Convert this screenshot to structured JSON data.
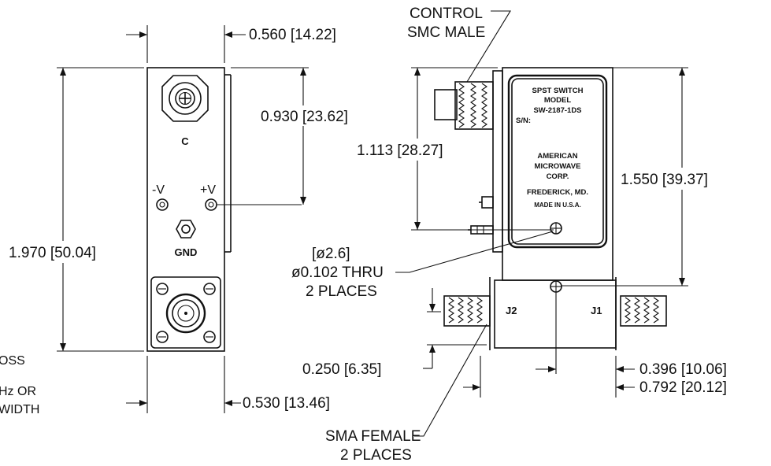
{
  "front_view": {
    "dim_width": "0.560 [14.22]",
    "dim_connector": "0.930 [23.62]",
    "dim_height": "1.970 [50.04]",
    "dim_bottom": "0.530 [13.46]",
    "label_c": "C",
    "label_neg_v": "-V",
    "label_pos_v": "+V",
    "label_gnd": "GND"
  },
  "side_view": {
    "control_label_1": "CONTROL",
    "control_label_2": "SMC MALE",
    "dim_control": "1.113 [28.27]",
    "dim_body": "1.550 [39.37]",
    "hole_dia_mm": "[ø2.6]",
    "hole_dia_in": "ø0.102 THRU",
    "hole_places": "2 PLACES",
    "port_j2": "J2",
    "port_j1": "J1",
    "dim_port_offset": "0.250 [6.35]",
    "dim_port_half": "0.396 [10.06]",
    "dim_port_full": "0.792 [20.12]",
    "sma_label_1": "SMA FEMALE",
    "sma_label_2": "2 PLACES"
  },
  "nameplate": {
    "line1": "SPST SWITCH",
    "line2": "MODEL",
    "line3": "SW-2187-1DS",
    "line4": "S/N:",
    "line5": "AMERICAN",
    "line6": "MICROWAVE",
    "line7": "CORP.",
    "line8": "FREDERICK, MD.",
    "line9": "MADE IN U.S.A."
  },
  "cut_notes": {
    "line1": "OSS",
    "line2": "Hz  OR",
    "line3": "WIDTH"
  }
}
